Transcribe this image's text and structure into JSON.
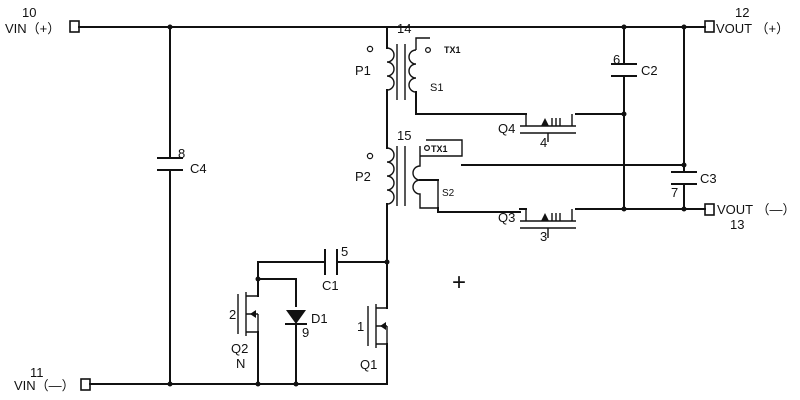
{
  "terminals": {
    "vin_pos": {
      "num": "10",
      "label": "VIN（+）"
    },
    "vin_neg": {
      "num": "11",
      "label": "VIN（—）"
    },
    "vout_pos": {
      "num": "12",
      "label": "VOUT （+）"
    },
    "vout_neg": {
      "num": "13",
      "label": "VOUT （—）"
    }
  },
  "components": {
    "c4": {
      "num": "8",
      "label": "C4"
    },
    "c1": {
      "num": "5",
      "label": "C1"
    },
    "c2": {
      "num": "6",
      "label": "C2"
    },
    "c3": {
      "num": "7",
      "label": "C3"
    },
    "d1": {
      "num": "9",
      "label": "D1"
    },
    "q1": {
      "num": "1",
      "label": "Q1"
    },
    "q2": {
      "num": "2",
      "label": "Q2",
      "sub": "N"
    },
    "q3": {
      "num": "3",
      "label": "Q3"
    },
    "q4": {
      "num": "4",
      "label": "Q4"
    },
    "p1": {
      "label": "P1"
    },
    "p2": {
      "label": "P2"
    },
    "s1": {
      "label": "S1"
    },
    "s2": {
      "label": "S2"
    },
    "tx1_top": {
      "num": "14",
      "label": "TX1"
    },
    "tx1_bottom": {
      "num": "15",
      "label": "TX1"
    }
  },
  "center_mark": "+"
}
